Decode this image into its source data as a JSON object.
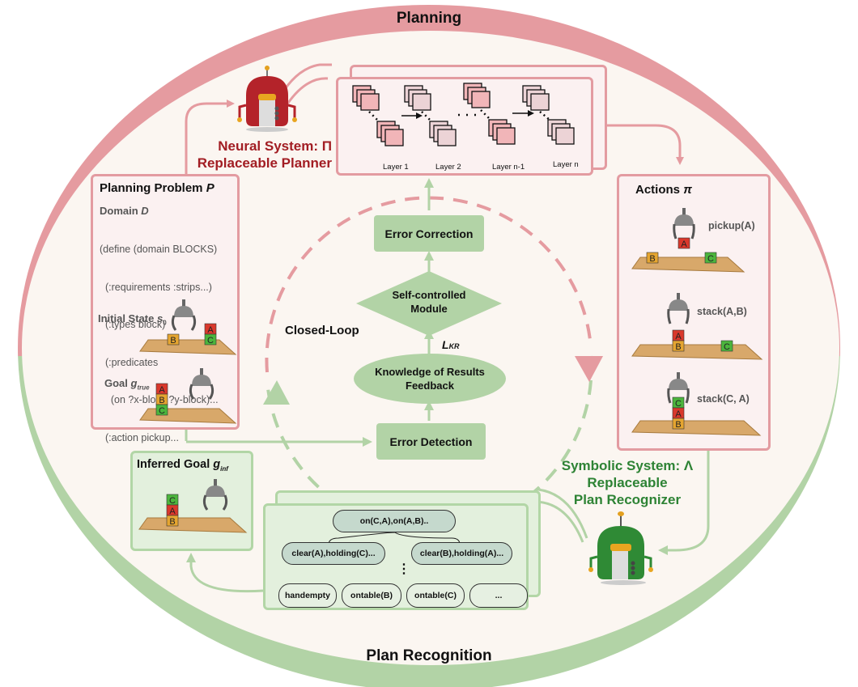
{
  "ring": {
    "top_label": "Planning",
    "bottom_label": "Plan Recognition",
    "colors": {
      "planning": "#e59ba0",
      "recognition": "#b2d3a6",
      "inner": "#fbf6f1"
    }
  },
  "neural_system": {
    "line1": "Neural System: Π",
    "line2": "Replaceable Planner",
    "color": "#a21d23",
    "icon": "red-robot-icon"
  },
  "symbolic_system": {
    "line1": "Symbolic System: Λ",
    "line2": "Replaceable",
    "line3": "Plan Recognizer",
    "color": "#2e8335",
    "icon": "green-robot-icon"
  },
  "network": {
    "layers": [
      "Layer 1",
      "Layer 2",
      "Layer n-1",
      "Layer n"
    ]
  },
  "planning_problem": {
    "title": "Planning Problem ",
    "title_var": "P",
    "domain_label": "Domain ",
    "domain_var": "D",
    "code_lines": [
      "(define (domain BLOCKS)",
      "  (:requirements :strips...)",
      "  (:types block)",
      "  (:predicates",
      "    (on ?x-block ?y-block)...",
      "  (:action pickup..."
    ],
    "initial_state_label": "Initial State ",
    "initial_state_var": "s",
    "initial_state_sub": "0",
    "goal_label": "Goal ",
    "goal_var": "g",
    "goal_sub": "true",
    "initial_blocks": {
      "table": [
        "B"
      ],
      "stack": [
        "A",
        "C"
      ]
    },
    "goal_blocks": [
      "A",
      "B",
      "C"
    ]
  },
  "actions": {
    "title": "Actions ",
    "title_var": "π",
    "steps": [
      {
        "label": "pickup(A)",
        "held": [
          "A"
        ],
        "table": [
          [
            "B"
          ],
          [
            "C"
          ]
        ]
      },
      {
        "label": "stack(A,B)",
        "held": [
          "A"
        ],
        "table": [
          [
            "B"
          ],
          [
            "C"
          ]
        ]
      },
      {
        "label": "stack(C, A)",
        "held": [
          "C"
        ],
        "table": [
          [
            "A",
            "B"
          ]
        ]
      }
    ]
  },
  "closed_loop": {
    "label": "Closed-Loop",
    "error_correction": "Error Correction",
    "self_controlled_line1": "Self-controlled",
    "self_controlled_line2": "Module",
    "lkr_main": "L",
    "lkr_sub": "KR",
    "kr_feedback_line1": "Knowledge of Results",
    "kr_feedback_line2": "Feedback",
    "error_detection": "Error Detection"
  },
  "inferred_goal": {
    "title": "Inferred Goal ",
    "title_var": "g",
    "title_sub": "inf",
    "blocks": [
      "C",
      "A",
      "B"
    ]
  },
  "recognition_tree": {
    "root": "on(C,A),on(A,B)..",
    "level2": [
      "clear(A),holding(C)...",
      "clear(B),holding(A)..."
    ],
    "ellipsis": "⋮",
    "leaves": [
      "handempty",
      "ontable(B)",
      "ontable(C)",
      "..."
    ]
  },
  "block_colors": {
    "A": "#d9382c",
    "B": "#e5a530",
    "C": "#4cb53d"
  }
}
